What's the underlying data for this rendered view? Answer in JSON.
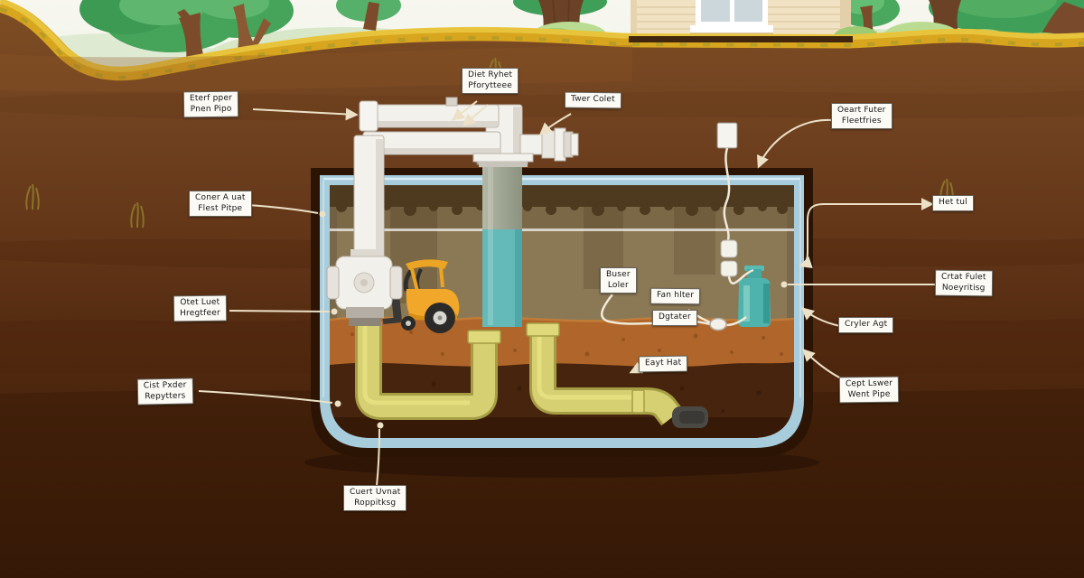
{
  "labels": {
    "inlet_pipe": "Eterf pper\nPnen Pipo",
    "riser_fitting": "Diet Ryhet\nPforytteee",
    "riser_valve": "Twer Colet",
    "tank_lid": "Coner A uat\nFlest Pitpe",
    "water_level": "Otet Luet\nHregtfeer",
    "tank_base": "Cist Pxder\nRepytters",
    "bottom_pipe": "Cuert Uvnat\nRoppitksg",
    "buser_loler": "Buser\nLoler",
    "fan_filter": "Fan hlter",
    "digester": "Dgtater",
    "east_heat": "Eayt Hat",
    "outlet_filter": "Oeart Futer\nFleetfries",
    "het_tul": "Het tul",
    "outlet_unit": "Crtat Fulet\nNoeyritisg",
    "cryler_agt": "Cryler Agt",
    "lower_waste_pipe": "Cept Lswer\nWent Pipe"
  },
  "colors": {
    "tank_frame_blue": "#a7ccdc",
    "pipe_white": "#f3f1ec",
    "pipe_yellow": "#d7d073",
    "riser_teal": "#64bab9",
    "bottle_teal": "#4db3ac",
    "forklift_yellow": "#f0a72a",
    "soil_brown": "#6b3e1b",
    "grass_ochre": "#d8a51f",
    "label_background": "#fbfaf5",
    "leader_line": "#ece1c6"
  }
}
